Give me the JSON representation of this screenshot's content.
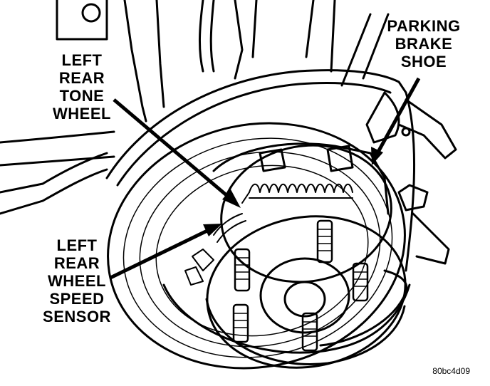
{
  "labels": {
    "tone_wheel": [
      "LEFT",
      "REAR",
      "TONE",
      "WHEEL"
    ],
    "parking_brake": [
      "PARKING",
      "BRAKE",
      "SHOE"
    ],
    "speed_sensor": [
      "LEFT",
      "REAR",
      "WHEEL",
      "SPEED",
      "SENSOR"
    ]
  },
  "figure_code": "80bc4d09"
}
